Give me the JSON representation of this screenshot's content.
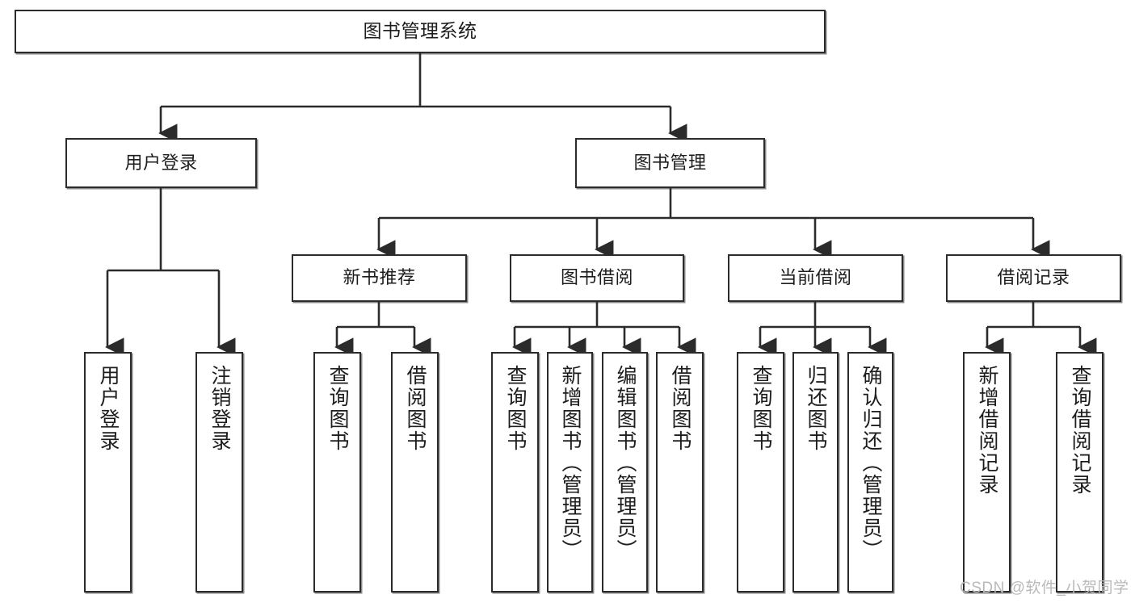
{
  "diagram": {
    "title": "图书管理系统",
    "type": "tree-hierarchy-chart",
    "orientation": "top-down",
    "colors": {
      "box_border": "#2b2b2b",
      "box_fill": "#ffffff",
      "edge": "#2b2b2b",
      "text": "#1d1d1d",
      "watermark": "#b9b9b9",
      "background": "#ffffff"
    }
  },
  "watermark": {
    "text": "CSDN @软件_小贺同学"
  },
  "nodes": {
    "root": {
      "label": "图书管理系统"
    },
    "level2": [
      {
        "id": "user-login",
        "label": "用户登录"
      },
      {
        "id": "book-manage",
        "label": "图书管理"
      }
    ],
    "level3": [
      {
        "id": "new-book-recommend",
        "label": "新书推荐"
      },
      {
        "id": "book-borrow",
        "label": "图书借阅"
      },
      {
        "id": "current-borrow",
        "label": "当前借阅"
      },
      {
        "id": "borrow-record",
        "label": "借阅记录"
      }
    ],
    "leaves": [
      {
        "id": "leaf-user-login",
        "label": "用户登录",
        "parent": "user-login"
      },
      {
        "id": "leaf-user-logout",
        "label": "注销登录",
        "parent": "user-login"
      },
      {
        "id": "leaf-query-book-1",
        "label": "查询图书",
        "parent": "new-book-recommend"
      },
      {
        "id": "leaf-borrow-book-1",
        "label": "借阅图书",
        "parent": "new-book-recommend"
      },
      {
        "id": "leaf-query-book-2",
        "label": "查询图书",
        "parent": "book-borrow"
      },
      {
        "id": "leaf-add-book",
        "label": "新增图书（管理员）",
        "parent": "book-borrow"
      },
      {
        "id": "leaf-edit-book",
        "label": "编辑图书（管理员）",
        "parent": "book-borrow"
      },
      {
        "id": "leaf-borrow-book-2",
        "label": "借阅图书",
        "parent": "book-borrow"
      },
      {
        "id": "leaf-query-book-3",
        "label": "查询图书",
        "parent": "current-borrow"
      },
      {
        "id": "leaf-return-book",
        "label": "归还图书",
        "parent": "current-borrow"
      },
      {
        "id": "leaf-confirm-return",
        "label": "确认归还（管理员）",
        "parent": "current-borrow"
      },
      {
        "id": "leaf-add-record",
        "label": "新增借阅记录",
        "parent": "borrow-record"
      },
      {
        "id": "leaf-query-record",
        "label": "查询借阅记录",
        "parent": "borrow-record"
      }
    ]
  }
}
